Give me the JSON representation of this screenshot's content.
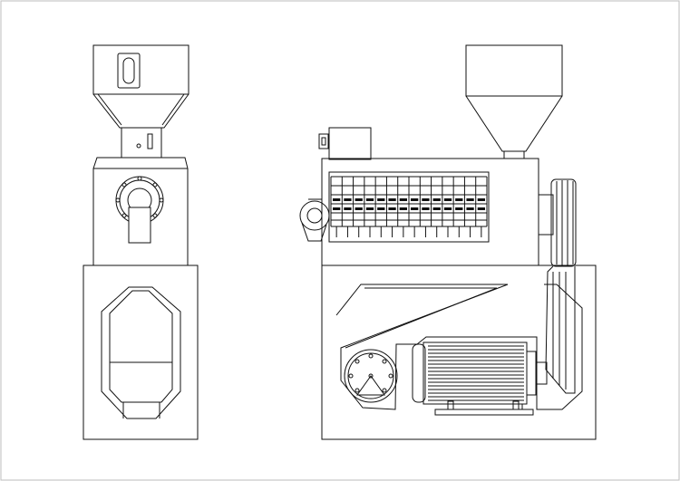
{
  "drawing": {
    "frame_color": "#bdbdbd",
    "line_color": "#111111",
    "background": "#ffffff",
    "views": [
      "front-view",
      "side-view"
    ],
    "components": {
      "front_view": [
        "hopper",
        "inlet-window",
        "feed-neck",
        "milling-head",
        "drum-flange",
        "discharge-chute",
        "base-cabinet",
        "inspection-door"
      ],
      "side_view": [
        "hopper",
        "control-box",
        "screen-housing",
        "ventilation-grille",
        "pulley",
        "drive-belt",
        "base-cabinet",
        "fan-housing",
        "electric-motor",
        "motor-base"
      ]
    }
  }
}
